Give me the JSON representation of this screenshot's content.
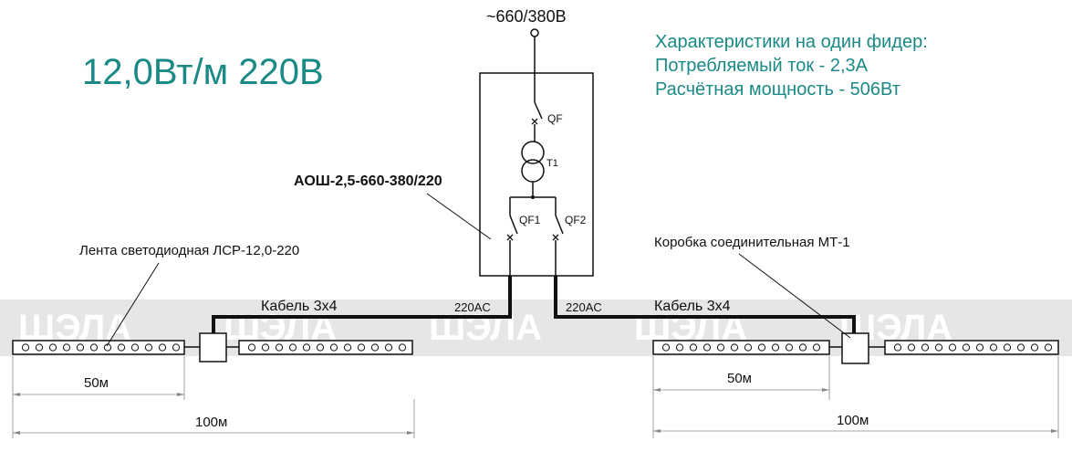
{
  "title": "12,0Вт/м 220В",
  "supply_label": "~660/380В",
  "specs": {
    "heading": "Характеристики на один фидер:",
    "current": "Потребляемый ток - 2,3А",
    "power": "Расчётная мощность - 506Вт"
  },
  "cabinet_label": "АОШ-2,5-660-380/220",
  "components": {
    "qf": "QF",
    "t1": "T1",
    "qf1": "QF1",
    "qf2": "QF2"
  },
  "led_strip_label": "Лента светодиодная ЛСР-12,0-220",
  "junction_box_label": "Коробка соединительная МТ-1",
  "cable_left": "Кабель 3х4",
  "cable_right": "Кабель 3х4",
  "voltage_left": "220AC",
  "voltage_right": "220AC",
  "dim_left_short": "50м",
  "dim_left_long": "100м",
  "dim_right_short": "50м",
  "dim_right_long": "100м",
  "watermark": "ШЭЛА",
  "colors": {
    "accent": "#1a8a86",
    "line": "#111111",
    "band": "#e6e6e6"
  }
}
